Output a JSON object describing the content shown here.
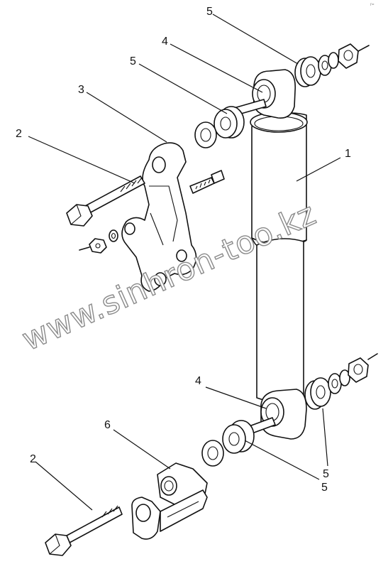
{
  "diagram": {
    "corner_mark": "r=",
    "watermark": "www.sinhron-too.kz",
    "callouts": [
      {
        "id": "label-5-top",
        "text": "5"
      },
      {
        "id": "label-4-top",
        "text": "4"
      },
      {
        "id": "label-5-mid",
        "text": "5"
      },
      {
        "id": "label-3",
        "text": "3"
      },
      {
        "id": "label-2-top",
        "text": "2"
      },
      {
        "id": "label-1",
        "text": "1"
      },
      {
        "id": "label-4-bottom",
        "text": "4"
      },
      {
        "id": "label-6",
        "text": "6"
      },
      {
        "id": "label-2-bottom",
        "text": "2"
      },
      {
        "id": "label-5-bottom-a",
        "text": "5"
      },
      {
        "id": "label-5-bottom-b",
        "text": "5"
      }
    ]
  }
}
